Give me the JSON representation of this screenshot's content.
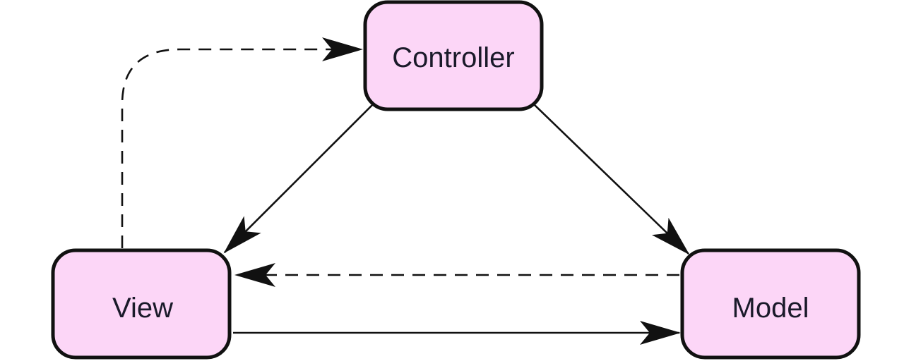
{
  "diagram": {
    "nodes": {
      "controller": {
        "label": "Controller"
      },
      "view": {
        "label": "View"
      },
      "model": {
        "label": "Model"
      }
    },
    "edges": [
      {
        "from": "controller",
        "to": "view",
        "style": "solid"
      },
      {
        "from": "controller",
        "to": "model",
        "style": "solid"
      },
      {
        "from": "view",
        "to": "model",
        "style": "solid"
      },
      {
        "from": "model",
        "to": "view",
        "style": "dashed"
      },
      {
        "from": "view",
        "to": "controller",
        "style": "dashed"
      }
    ],
    "colors": {
      "node_fill": "#fcd6f7",
      "stroke": "#111111",
      "text": "#1a1a2a"
    }
  }
}
